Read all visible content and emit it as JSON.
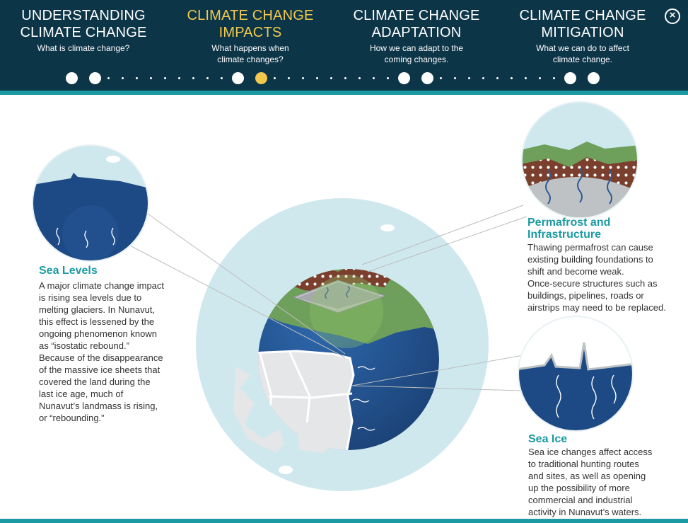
{
  "nav": {
    "items": [
      {
        "title_line1": "UNDERSTANDING",
        "title_line2": "CLIMATE CHANGE",
        "sub_line1": "What is climate change?",
        "sub_line2": ""
      },
      {
        "title_line1": "CLIMATE CHANGE",
        "title_line2": "IMPACTS",
        "sub_line1": "What happens when",
        "sub_line2": "climate changes?"
      },
      {
        "title_line1": "CLIMATE CHANGE",
        "title_line2": "ADAPTATION",
        "sub_line1": "How we can adapt to the",
        "sub_line2": "coming changes."
      },
      {
        "title_line1": "CLIMATE CHANGE",
        "title_line2": "MITIGATION",
        "sub_line1": "What we can do to affect",
        "sub_line2": "climate change."
      }
    ],
    "active_index": 1,
    "close_icon": "close-circle-icon"
  },
  "sections": {
    "sea_levels": {
      "heading": "Sea Levels",
      "lines": [
        "A major climate change impact",
        "is rising sea levels due to",
        "melting glaciers. In Nunavut,",
        "this effect is lessened by the",
        "ongoing phenomenon known",
        "as “isostatic rebound.”",
        "Because of the disappearance",
        "of the massive ice sheets that",
        "covered the land during the",
        "last ice age, much of",
        "Nunavut’s landmass is rising,",
        "or “rebounding.”"
      ]
    },
    "permafrost": {
      "heading_line1": "Permafrost and",
      "heading_line2": "Infrastructure",
      "lines": [
        "Thawing permafrost can cause",
        "existing building foundations to",
        "shift and become weak.",
        "Once-secure structures such as",
        "buildings, pipelines, roads or",
        "airstrips may need to be replaced."
      ]
    },
    "sea_ice": {
      "heading": "Sea Ice",
      "lines": [
        "Sea ice changes affect access",
        "to traditional hunting routes",
        "and sites, as well as opening",
        "up the possibility of more",
        "commercial and industrial",
        "activity in Nunavut’s waters."
      ]
    }
  },
  "colors": {
    "nav_bg": "#0d3548",
    "accent": "#1b9aa3",
    "active": "#f2c94c",
    "ocean": "#1f4e8a",
    "land_green": "#6fa05b",
    "soil": "#7b3f2e",
    "ice": "#e4e6e8",
    "sky": "#cfe8ee"
  }
}
